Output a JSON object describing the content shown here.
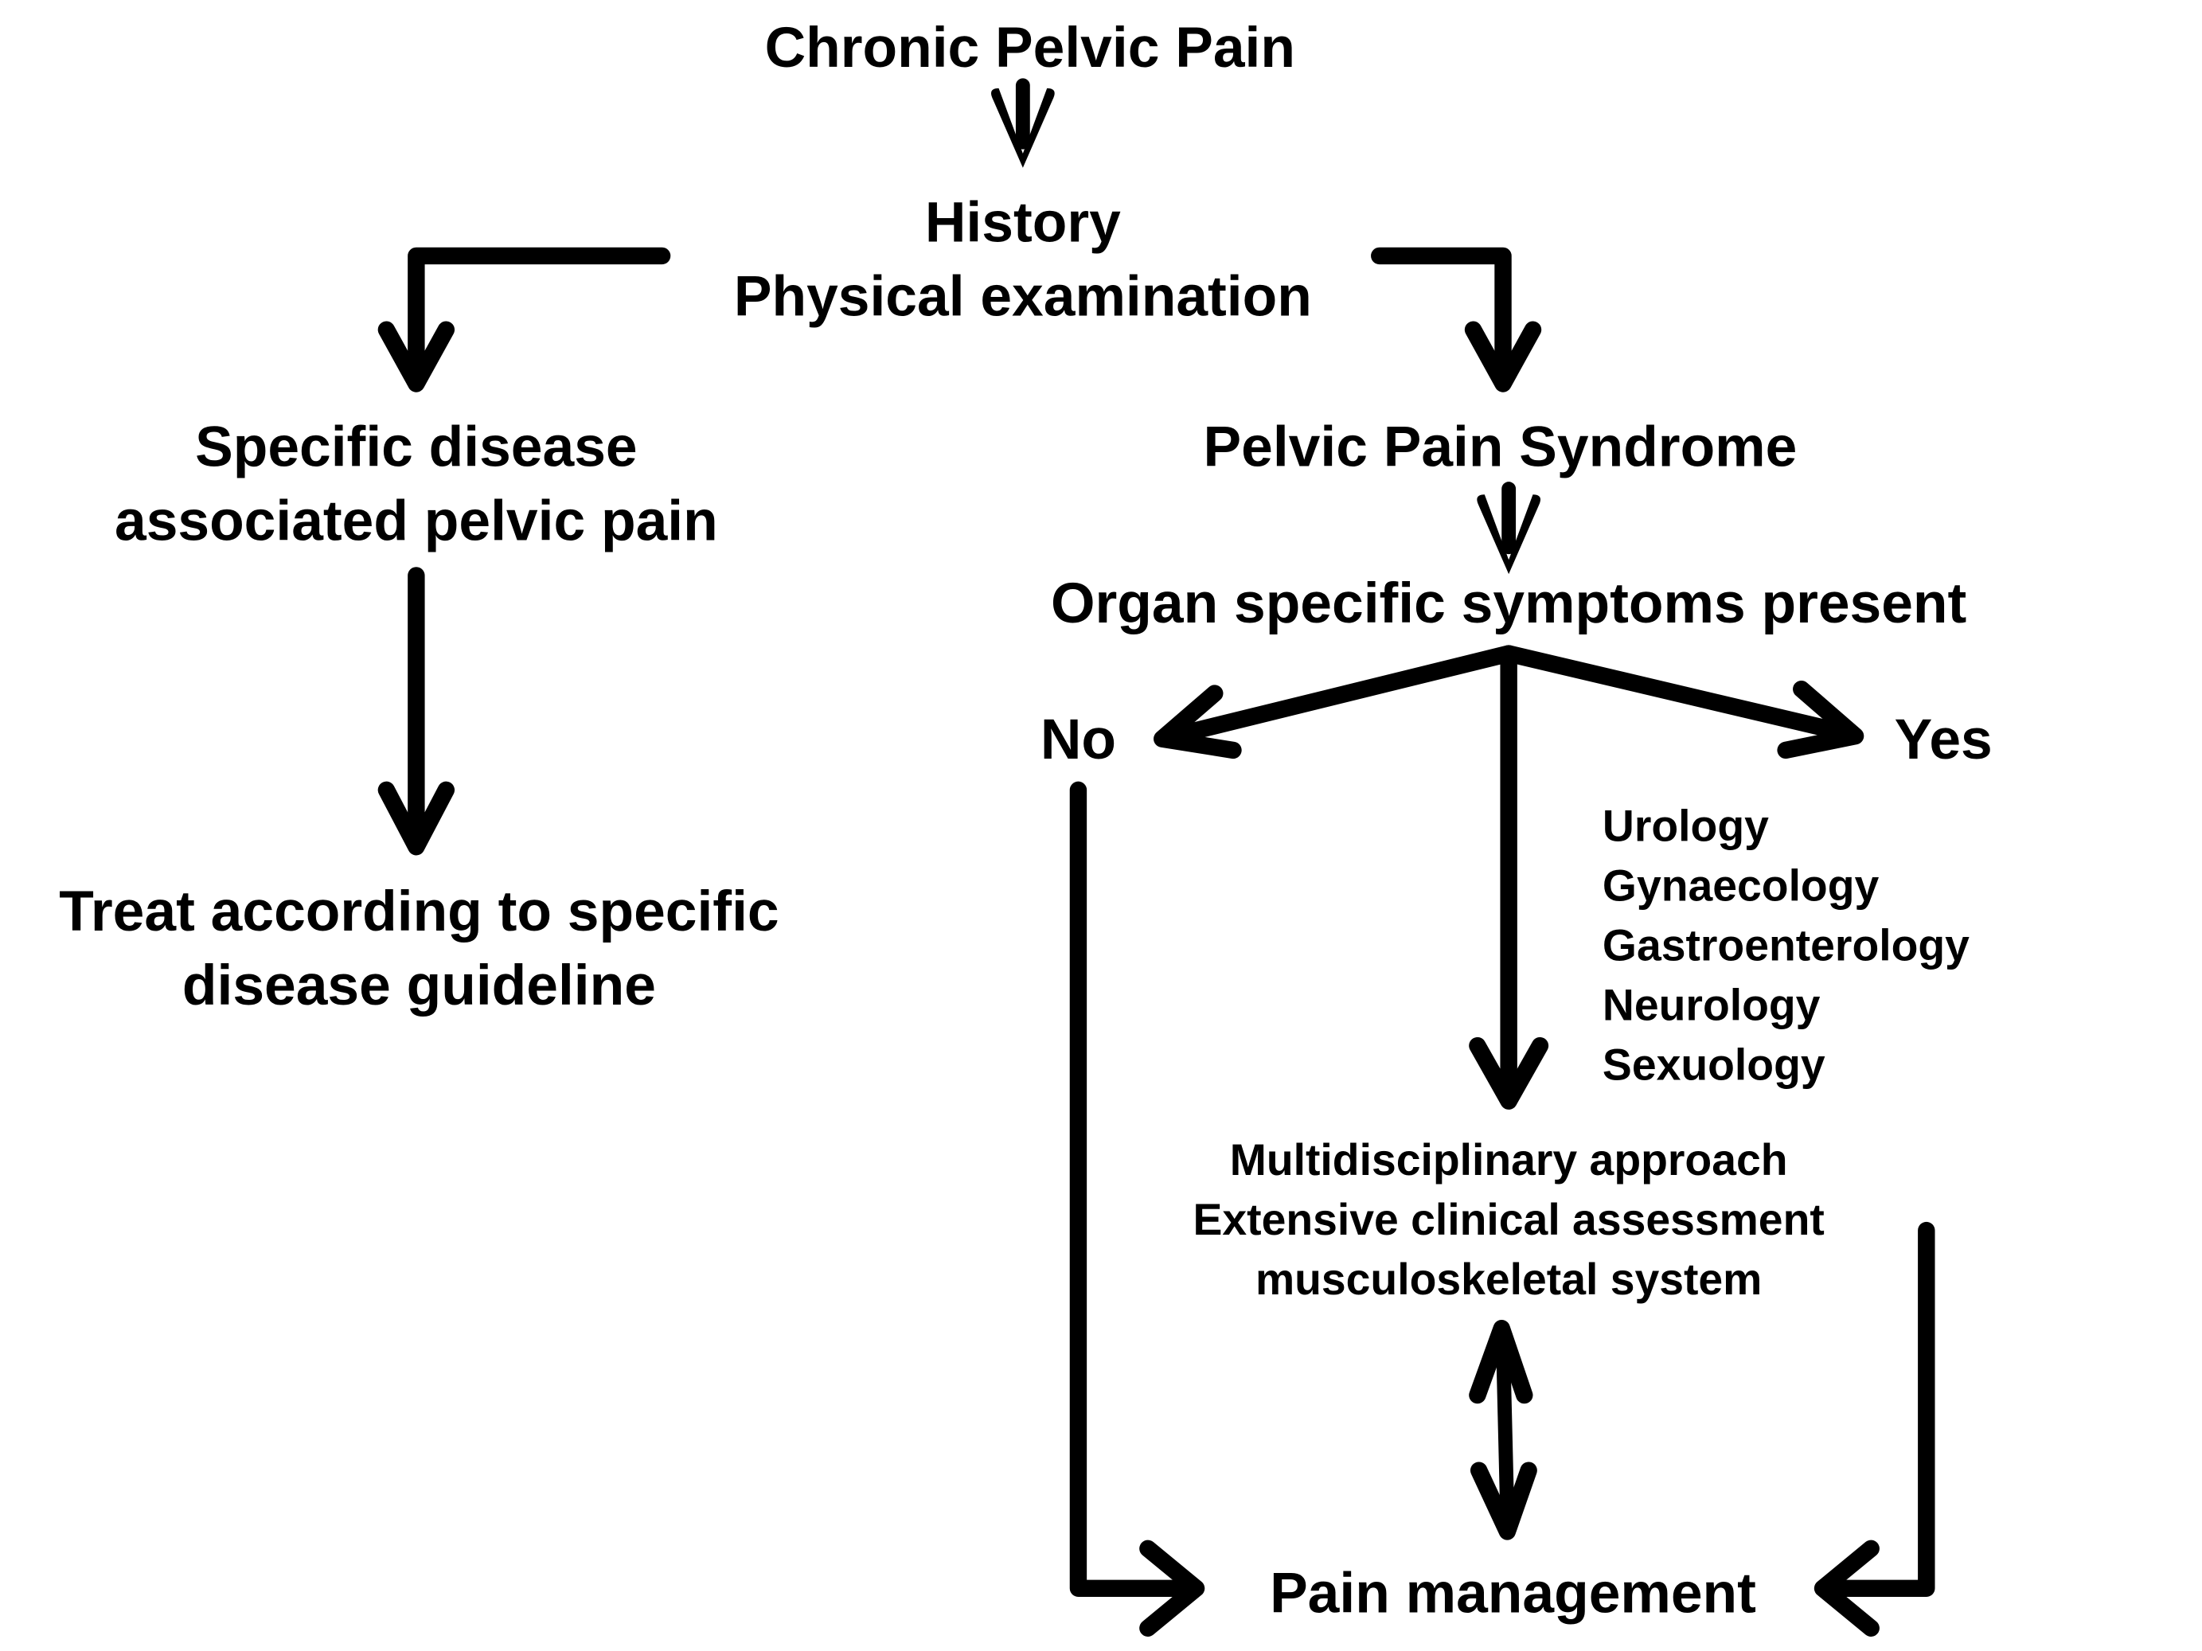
{
  "diagram": {
    "title": "Chronic Pelvic Pain",
    "nodes": {
      "history": [
        "History",
        "Physical examination"
      ],
      "specific_disease": [
        "Specific disease",
        "associated pelvic pain"
      ],
      "treat": [
        "Treat according to specific",
        "disease guideline"
      ],
      "pelvic_pain_syndrome": "Pelvic Pain Syndrome",
      "organ_specific": "Organ specific symptoms present",
      "no": "No",
      "yes": "Yes",
      "specialties": [
        "Urology",
        "Gynaecology",
        "Gastroenterology",
        "Neurology",
        "Sexuology"
      ],
      "multidisciplinary": [
        "Multidisciplinary approach",
        "Extensive clinical assessment",
        "musculoskeletal system"
      ],
      "pain_management": "Pain management"
    },
    "edges": [
      {
        "from": "Chronic Pelvic Pain",
        "to": "History / Physical examination"
      },
      {
        "from": "History / Physical examination",
        "to": "Specific disease associated pelvic pain"
      },
      {
        "from": "History / Physical examination",
        "to": "Pelvic Pain Syndrome"
      },
      {
        "from": "Specific disease associated pelvic pain",
        "to": "Treat according to specific disease guideline"
      },
      {
        "from": "Pelvic Pain Syndrome",
        "to": "Organ specific symptoms present"
      },
      {
        "from": "Organ specific symptoms present",
        "to": "No"
      },
      {
        "from": "Organ specific symptoms present",
        "to": "Yes"
      },
      {
        "from": "Organ specific symptoms present",
        "to": "Multidisciplinary approach"
      },
      {
        "from": "No",
        "to": "Pain management"
      },
      {
        "from": "Yes",
        "to": "Pain management"
      },
      {
        "from": "Multidisciplinary approach",
        "to": "Pain management",
        "bidirectional": true
      }
    ]
  }
}
